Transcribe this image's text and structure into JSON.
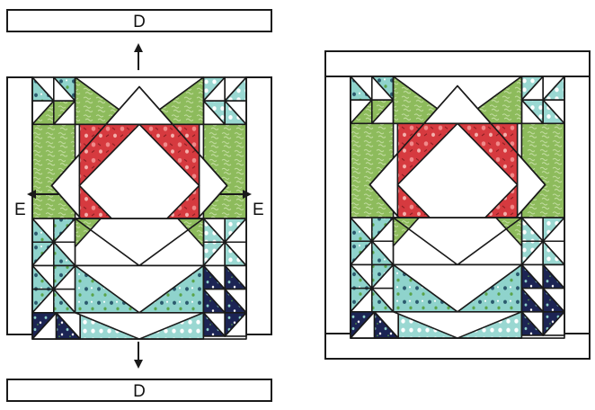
{
  "labels": {
    "top_border": "D",
    "bottom_border": "D",
    "left_side": "E",
    "right_side": "E"
  },
  "colors": {
    "outline": "#1a1a1a",
    "white": "#ffffff",
    "green_print": "#8dbb5c",
    "red_print": "#d63a3f",
    "aqua_print": "#8fd3cc",
    "navy_print": "#1c2454",
    "aqua_dots": "#9ad8d2"
  },
  "diagrams": [
    {
      "name": "unassembled-block"
    },
    {
      "name": "assembled-block"
    }
  ]
}
